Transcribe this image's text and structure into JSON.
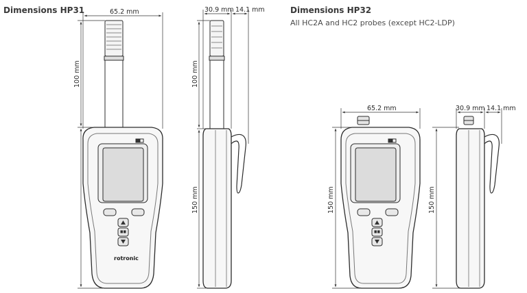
{
  "hp31": {
    "heading": "Dimensions HP31",
    "width": "65.2 mm",
    "depth": "30.9 mm",
    "clip": "14.1 mm",
    "probe_length": "100 mm",
    "body_length": "150 mm",
    "logo": "rotronic"
  },
  "hp32": {
    "heading": "Dimensions HP32",
    "note": "All HC2A and HC2 probes (except HC2-LDP)",
    "width": "65.2 mm",
    "depth": "30.9 mm",
    "clip": "14.1 mm",
    "body_length_front": "150 mm",
    "body_length_side": "150 mm"
  }
}
